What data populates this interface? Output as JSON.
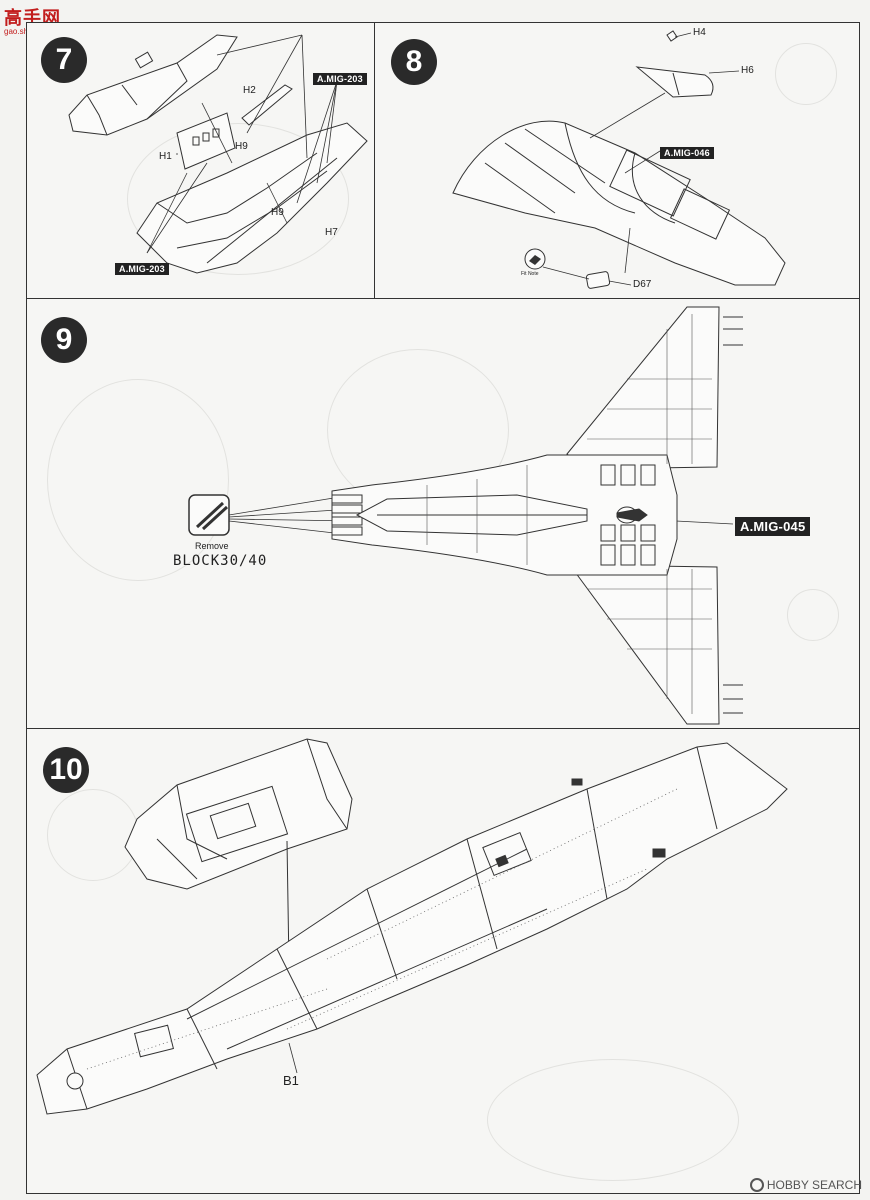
{
  "watermark_top": {
    "cn": "高手网",
    "url": "gao.shou.com"
  },
  "watermark_bottom": "HOBBY SEARCH",
  "step7": {
    "number": "7",
    "labels": {
      "h1": "H1",
      "h2": "H2",
      "h9a": "H9",
      "h9b": "H9",
      "h7": "H7"
    },
    "paint_top": "A.MIG-203",
    "paint_bottom": "A.MIG-203"
  },
  "step8": {
    "number": "8",
    "labels": {
      "h4": "H4",
      "h6": "H6",
      "d67": "D67",
      "fit_note": "Fit Note"
    },
    "paint": "A.MIG-046"
  },
  "step9": {
    "number": "9",
    "remove_label": "Remove",
    "block_label": "BLOCK30/40",
    "paint": "A.MIG-045"
  },
  "step10": {
    "number": "10",
    "labels": {
      "b1": "B1"
    }
  }
}
